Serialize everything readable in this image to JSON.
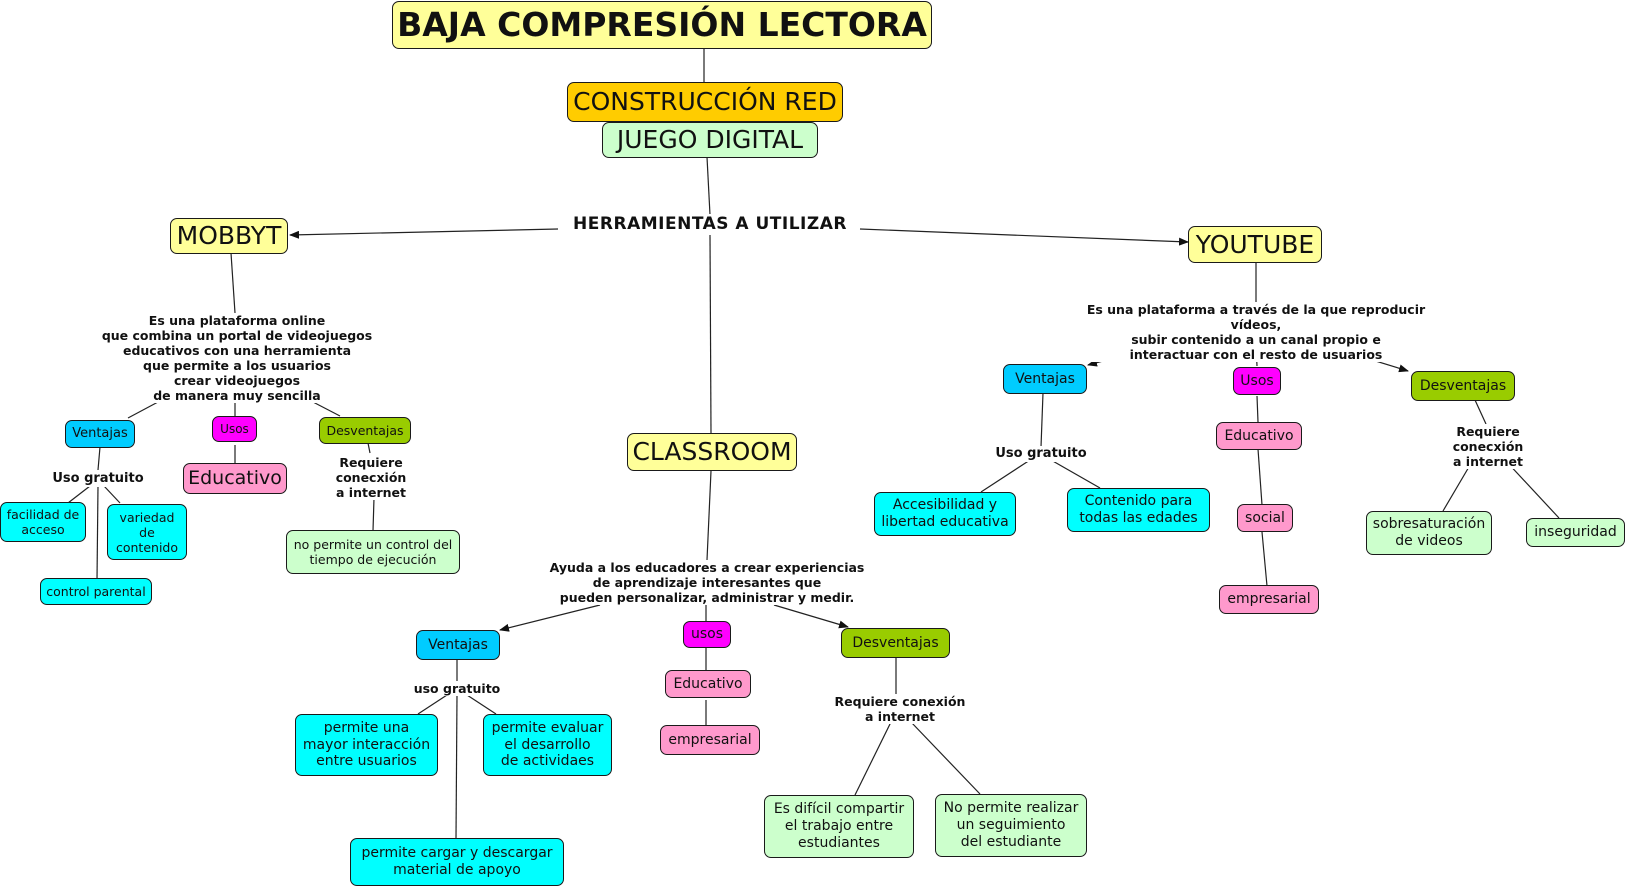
{
  "colors": {
    "title": "#ffff99",
    "construction": "#ffcc00",
    "tool": "#ffff99",
    "ventajas": "#00ccff",
    "usos": "#ff00ff",
    "usos_item": "#ff99cc",
    "desventajas": "#99cc00",
    "ventaja_item": "#00ffff",
    "desventaja_item": "#ccffcc"
  },
  "title": "BAJA COMPRESIÓN LECTORA",
  "construction": "CONSTRUCCIÓN RED",
  "juego": "JUEGO  DIGITAL",
  "herramientas": "HERRAMIENTAS  A  UTILIZAR",
  "mobbyt": {
    "name": "MOBBYT",
    "description": "Es una plataforma online\nque combina un portal de videojuegos\neducativos con una herramienta\nque permite a los usuarios\ncrear videojuegos\nde manera muy sencilla",
    "ventajas": "Ventajas",
    "uso_gratuito": "Uso gratuito",
    "ventajas_items": [
      "facilidad de\nacceso",
      "variedad\nde\ncontenido",
      "control parental"
    ],
    "usos": "Usos",
    "usos_items": [
      "Educativo"
    ],
    "desventajas": "Desventajas",
    "requiere": "Requiere\nconecxión\na  internet",
    "desventajas_items": [
      "no permite un control del\ntiempo de ejecución"
    ]
  },
  "youtube": {
    "name": "YOUTUBE",
    "description": "Es una plataforma a través de la que reproducir vídeos,\nsubir contenido a un canal propio e\ninteractuar con el resto de usuarios",
    "ventajas": "Ventajas",
    "uso_gratuito": "Uso gratuito",
    "ventajas_items": [
      "Accesibilidad y\nlibertad educativa",
      "Contenido para\ntodas las edades"
    ],
    "usos": "Usos",
    "usos_items": [
      "Educativo",
      "social",
      "empresarial"
    ],
    "desventajas": "Desventajas",
    "requiere": "Requiere\nconecxión\na  internet",
    "desventajas_items": [
      "sobresaturación\nde videos",
      "inseguridad"
    ]
  },
  "classroom": {
    "name": "CLASSROOM",
    "description": "Ayuda a los educadores a crear experiencias\nde aprendizaje interesantes que\npueden personalizar, administrar y medir.",
    "ventajas": "Ventajas",
    "uso_gratuito": "uso gratuito",
    "ventajas_items": [
      "permite una\nmayor interacción\nentre  usuarios",
      "permite evaluar\nel desarrollo\nde actividaes",
      "permite cargar  y descargar\nmaterial de apoyo"
    ],
    "usos": "usos",
    "usos_items": [
      "Educativo",
      "empresarial"
    ],
    "desventajas": "Desventajas",
    "requiere": "Requiere conexión\na internet",
    "desventajas_items": [
      "Es difícil compartir\nel trabajo entre\nestudiantes",
      "No permite realizar\nun seguimiento\ndel estudiante"
    ]
  }
}
